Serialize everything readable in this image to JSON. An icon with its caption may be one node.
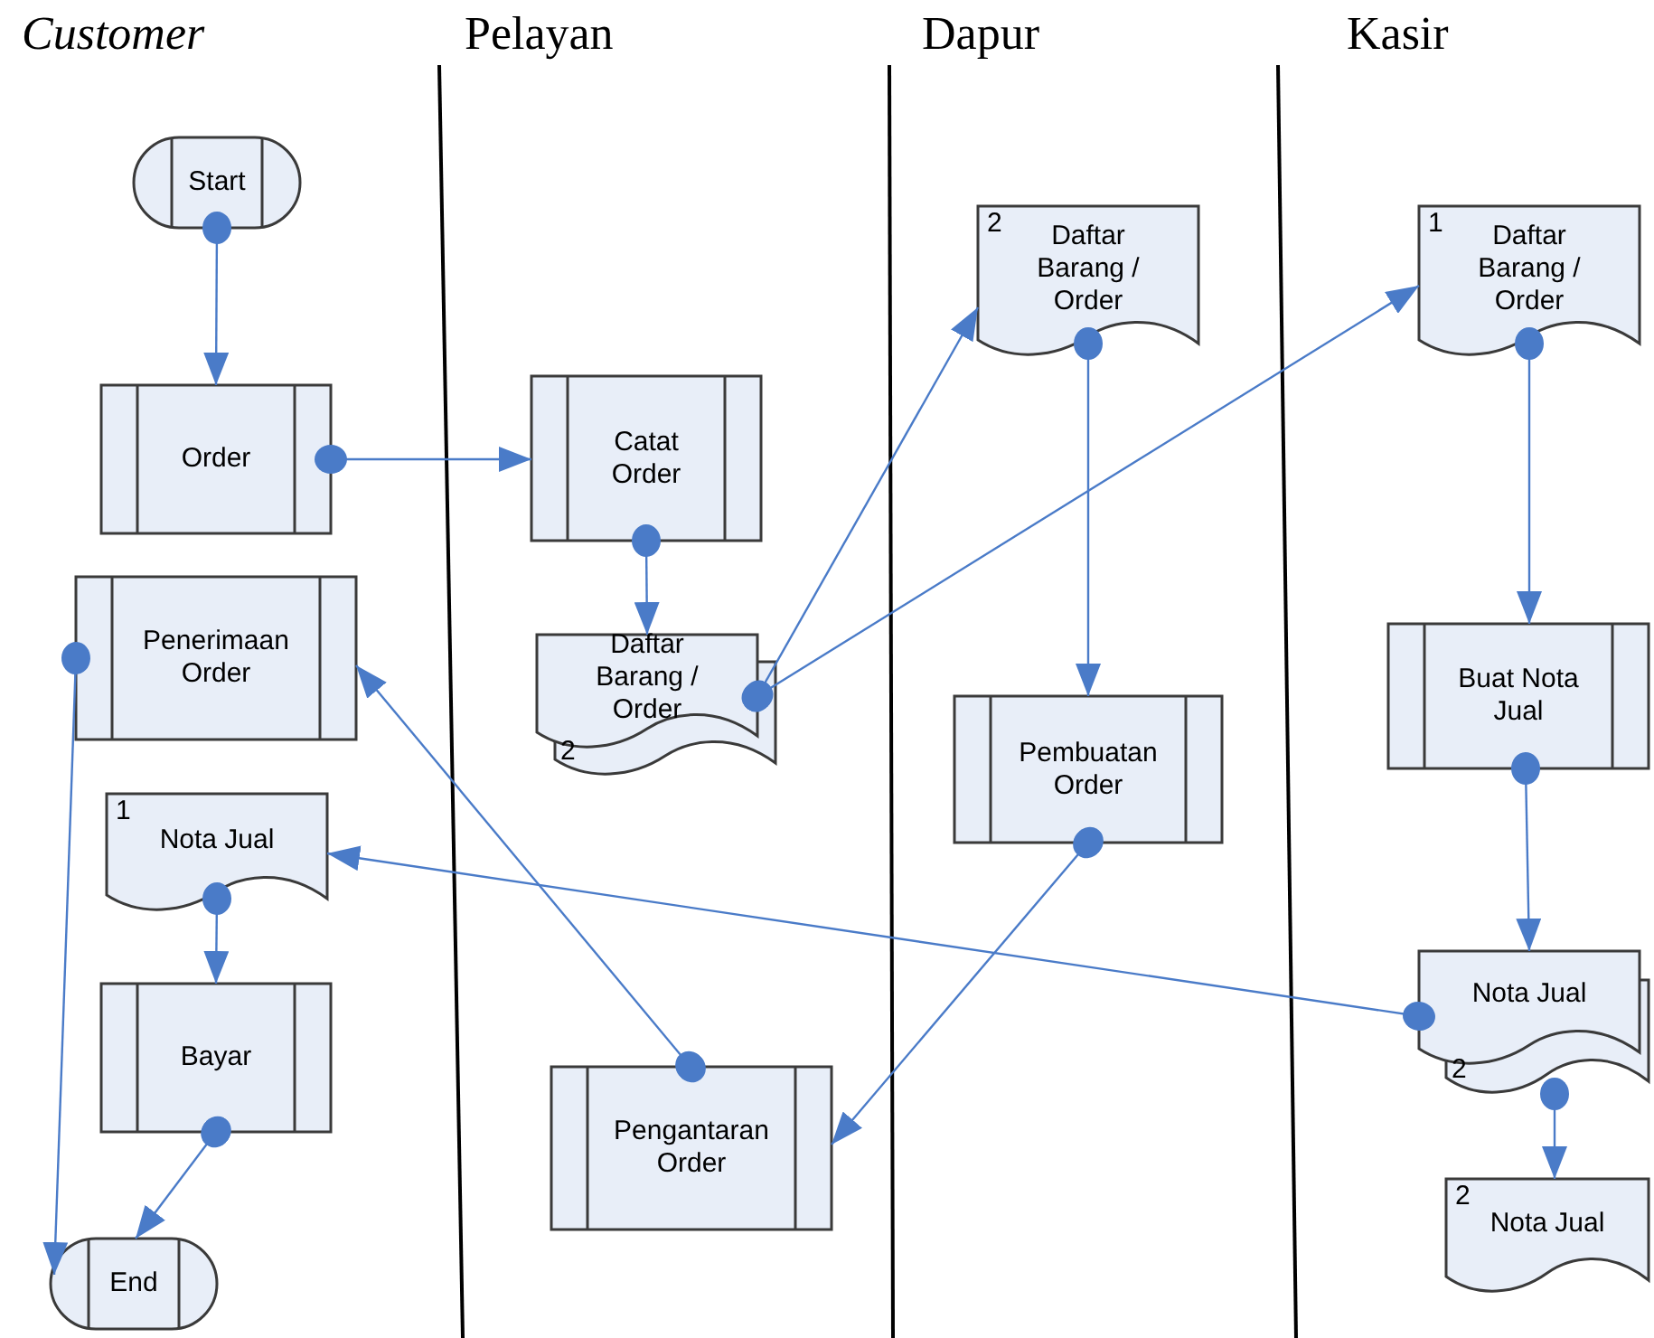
{
  "diagram": {
    "nodes": [
      {
        "text": [
          "Start"
        ]
      },
      {
        "text": [
          "Order"
        ]
      },
      {
        "text": [
          "Penerimaan Order"
        ]
      },
      {
        "text": [
          "1",
          "Nota Jual"
        ]
      },
      {
        "text": [
          "Bayar"
        ]
      },
      {
        "text": [
          "End"
        ]
      },
      {
        "text": [
          "Catat Order"
        ]
      },
      {
        "text": [
          "2",
          "Daftar Barang / Order"
        ]
      },
      {
        "text": [
          "Pengantaran Order"
        ]
      },
      {
        "text": [
          "2",
          "Daftar Barang / Order"
        ]
      },
      {
        "text": [
          "Pembuatan Order"
        ]
      },
      {
        "text": [
          "1",
          "Daftar Barang / Order"
        ]
      },
      {
        "text": [
          "Buat Nota Jual"
        ]
      },
      {
        "text": [
          "2",
          "Nota Jual"
        ]
      },
      {
        "text": [
          "2",
          "Nota Jual"
        ]
      }
    ],
    "edges": [
      {
        "from": 0,
        "to": 1,
        "arrow": "to"
      },
      {
        "from": 1,
        "to": 6,
        "arrow": "to"
      },
      {
        "from": 6,
        "to": 7,
        "arrow": "to"
      },
      {
        "from": 7,
        "to": 9,
        "arrow": "to"
      },
      {
        "from": 7,
        "to": 11,
        "arrow": "to"
      },
      {
        "from": 9,
        "to": 10,
        "arrow": "to"
      },
      {
        "from": 11,
        "to": 12,
        "arrow": "to"
      },
      {
        "from": 10,
        "to": 8,
        "arrow": "to"
      },
      {
        "from": 8,
        "to": 2,
        "arrow": "to"
      },
      {
        "from": 12,
        "to": 13,
        "arrow": "to"
      },
      {
        "from": 13,
        "to": 3,
        "arrow": "to"
      },
      {
        "from": 13,
        "to": 14,
        "arrow": "to"
      },
      {
        "from": 3,
        "to": 4,
        "arrow": "to"
      },
      {
        "from": 4,
        "to": 5,
        "arrow": "to"
      },
      {
        "from": 2,
        "to": 5,
        "arrow": "to"
      }
    ],
    "labels": [
      "Customer",
      "Pelayan",
      "Dapur",
      "Kasir"
    ]
  }
}
